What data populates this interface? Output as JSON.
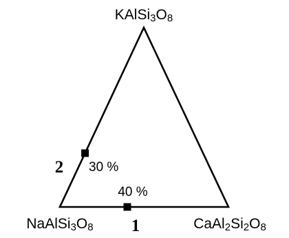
{
  "diagram": {
    "type": "ternary",
    "vertices": {
      "top": {
        "formula": [
          {
            "t": "KAlSi"
          },
          {
            "t": "3",
            "sub": true
          },
          {
            "t": "O"
          },
          {
            "t": "8",
            "sub": true
          }
        ]
      },
      "left": {
        "formula": [
          {
            "t": "NaAlSi"
          },
          {
            "t": "3",
            "sub": true
          },
          {
            "t": "O"
          },
          {
            "t": "8",
            "sub": true
          }
        ]
      },
      "right": {
        "formula": [
          {
            "t": "CaAl"
          },
          {
            "t": "2",
            "sub": true
          },
          {
            "t": "Si"
          },
          {
            "t": "2",
            "sub": true
          },
          {
            "t": "O"
          },
          {
            "t": "8",
            "sub": true
          }
        ]
      }
    },
    "points": [
      {
        "id": "1",
        "label": "1",
        "percent": "40 %",
        "edge": "left-right",
        "fraction": 0.4
      },
      {
        "id": "2",
        "label": "2",
        "percent": "30 %",
        "edge": "left-top",
        "fraction": 0.3
      }
    ],
    "colors": {
      "line": "#000000",
      "marker": "#000000"
    }
  }
}
